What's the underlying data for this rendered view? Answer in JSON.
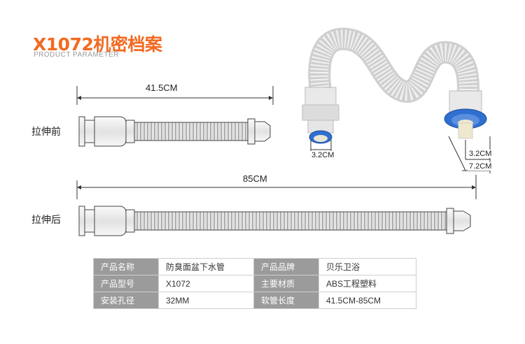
{
  "header": {
    "title": "X1072机密档案",
    "subtitle": "PRODUCT PARAMETER"
  },
  "diagram": {
    "before_label": "拉伸前",
    "after_label": "拉伸后",
    "before_length": "41.5CM",
    "after_length": "85CM",
    "hole_inner_left": "3.2CM",
    "hole_inner_right": "3.2CM",
    "hole_outer_right": "7.2CM"
  },
  "specs": {
    "rows": [
      {
        "k1": "产品名称",
        "v1": "防臭面盆下水管",
        "k2": "产品品牌",
        "v2": "贝乐卫浴"
      },
      {
        "k1": "产品型号",
        "v1": "X1072",
        "k2": "主要材质",
        "v2": "ABS工程塑料"
      },
      {
        "k1": "安装孔径",
        "v1": "32MM",
        "k2": "软管长度",
        "v2": "41.5CM-85CM"
      }
    ]
  },
  "colors": {
    "accent": "#f26a21",
    "header_cell": "#9b9b9b",
    "seal_blue": "#2f6fd0"
  }
}
